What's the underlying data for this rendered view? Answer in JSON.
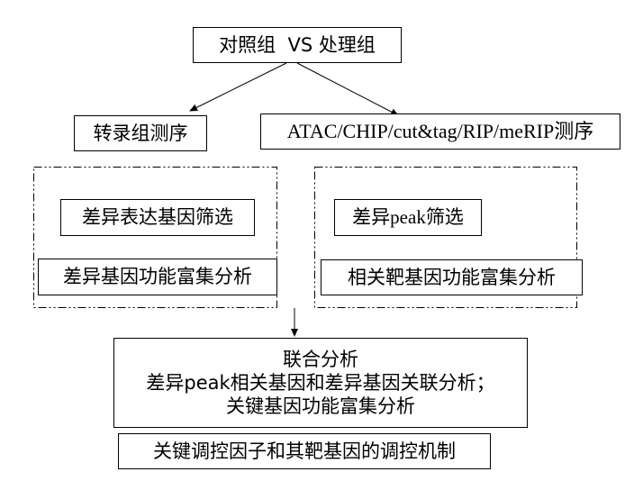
{
  "nodes": {
    "top": {
      "label": "对照组  VS 处理组"
    },
    "transcriptome": {
      "label": "转录组测序"
    },
    "epigenome": {
      "label": "ATAC/CHIP/cut&tag/RIP/meRIP测序"
    },
    "deg_screen": {
      "label": "差异表达基因筛选"
    },
    "deg_enrich": {
      "label": "差异基因功能富集分析"
    },
    "peak_screen": {
      "label": "差异peak筛选"
    },
    "target_enrich": {
      "label": "相关靶基因功能富集分析"
    },
    "joint": {
      "title": "联合分析",
      "line1": "差异peak相关基因和差异基因关联分析；",
      "line2": "关键基因功能富集分析"
    },
    "mechanism": {
      "label": "关键调控因子和其靶基因的调控机制"
    }
  },
  "colors": {
    "line": "#000000",
    "background": "#ffffff"
  }
}
